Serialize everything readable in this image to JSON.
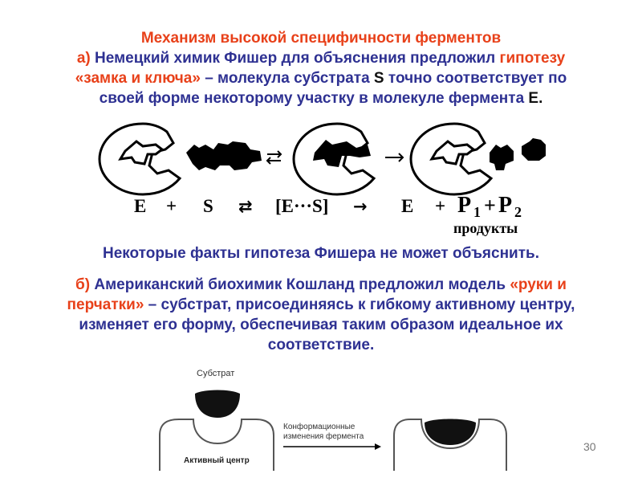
{
  "title": "Механизм высокой специфичности ферментов",
  "section_a": {
    "marker": "а)",
    "line1_text": "Немецкий химик Фишер для объяснения предложил",
    "line1_highlight": "гипотезу",
    "line2_highlight": "«замка и ключа»",
    "line2_text": "– молекула субстрата",
    "line2_symbol": "S",
    "line2_tail": "точно соответствует по",
    "line3_text": "своей форме некоторому участку в молекуле фермента",
    "line3_symbol": "E."
  },
  "equation": {
    "e1": "E",
    "plus1": "+",
    "s": "S",
    "arrow_rev": "⇄",
    "complex": "[E···S]",
    "arrow": "→",
    "e2": "E",
    "plus2": "+",
    "p1": "P",
    "p1_sub": "1",
    "plus3": "+",
    "p2": "P",
    "p2_sub": "2",
    "products": "продукты"
  },
  "fisher_note": "Некоторые факты гипотеза Фишера не может объяснить.",
  "section_b": {
    "marker": "б)",
    "line1_text": "Американский биохимик Кошланд предложил модель",
    "line1_highlight": "«руки и",
    "line2_highlight": "перчатки»",
    "line2_text": "– субстрат, присоединяясь к гибкому активному центру,",
    "line3_text": "изменяет его форму, обеспечивая таким образом идеальное их",
    "line4_text": "соответствие."
  },
  "induced_fit": {
    "substrate_label": "Субстрат",
    "active_site_label": "Активный центр",
    "change_label_1": "Конформационные",
    "change_label_2": "изменения фермента"
  },
  "slide_number": "30",
  "colors": {
    "title": "#e8411a",
    "body": "#2e3192",
    "highlight": "#e8411a",
    "emphasis": "#111111"
  }
}
